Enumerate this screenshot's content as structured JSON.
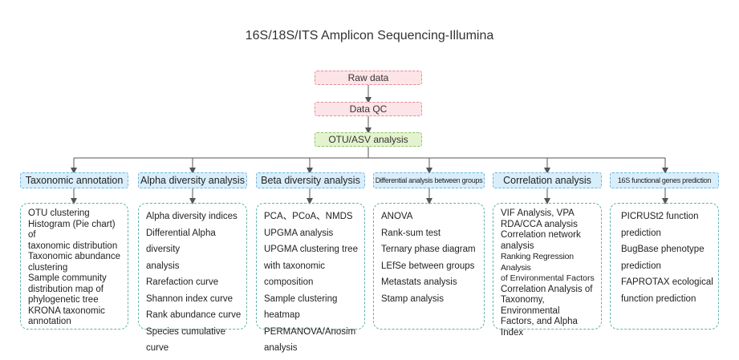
{
  "title": "16S/18S/ITS Amplicon Sequencing-Illumina",
  "flow": {
    "raw_data": "Raw data",
    "data_qc": "Data QC",
    "otu": "OTU/ASV analysis"
  },
  "categories": [
    {
      "label": "Taxonomic annotation",
      "items": [
        "OTU clustering",
        "Histogram (Pie chart) of",
        "taxonomic distribution",
        "Taxonomic abundance",
        "clustering",
        "Sample community",
        "distribution map of",
        "phylogenetic tree",
        "KRONA taxonomic",
        "annotation"
      ]
    },
    {
      "label": "Alpha diversity analysis",
      "items": [
        "Alpha diversity indices",
        "Differential Alpha diversity",
        "analysis",
        "Rarefaction curve",
        "Shannon index curve",
        "Rank abundance curve",
        "Species cumulative curve"
      ]
    },
    {
      "label": "Beta diversity analysis",
      "items": [
        "PCA、PCoA、NMDS",
        "UPGMA analysis",
        "UPGMA clustering tree",
        "with taxonomic composition",
        "Sample clustering heatmap",
        "PERMANOVA/Anosim",
        "analysis"
      ]
    },
    {
      "label": "Differential analysis between groups",
      "items": [
        "ANOVA",
        "Rank-sum test",
        "Ternary phase diagram",
        "LEfSe between groups",
        "Metastats analysis",
        "Stamp analysis"
      ]
    },
    {
      "label": "Correlation analysis",
      "items": [
        "VIF Analysis, VPA",
        "RDA/CCA analysis",
        "Correlation network",
        "analysis",
        "Ranking Regression Analysis",
        "of Environmental Factors",
        "Correlation Analysis of",
        "Taxonomy, Environmental",
        "Factors, and Alpha Index"
      ]
    },
    {
      "label": "16S functional genes prediction",
      "items": [
        "PICRUSt2 function",
        "prediction",
        "BugBase phenotype",
        "prediction",
        "FAPROTAX ecological",
        "function prediction"
      ]
    }
  ]
}
